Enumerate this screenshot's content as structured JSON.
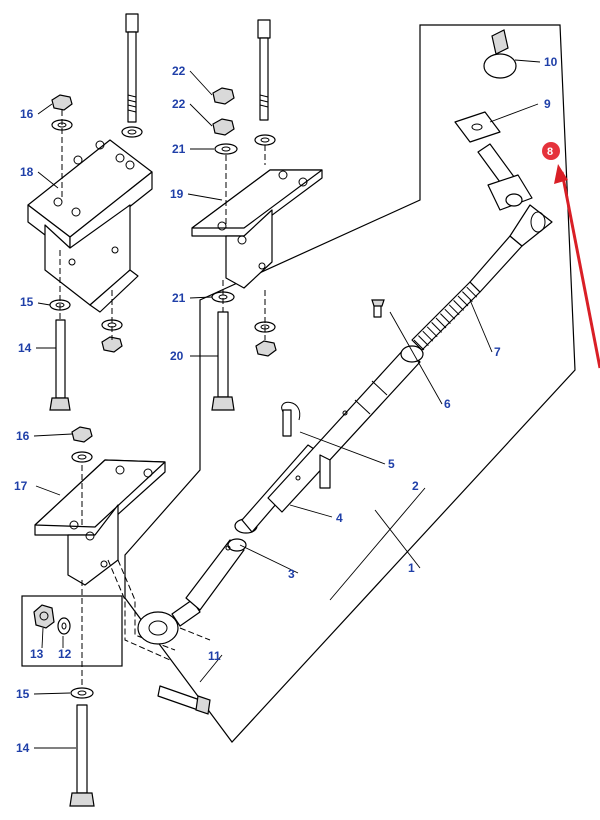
{
  "colors": {
    "label_blue": "#1f3fa8",
    "leader": "#1f3fa8",
    "highlight_red": "#e5323b",
    "arrow_red": "#d91f26",
    "part_grey": "#d9d9d9",
    "line_black": "#000000"
  },
  "callouts": {
    "c1": "1",
    "c2": "2",
    "c3": "3",
    "c4": "4",
    "c5": "5",
    "c6": "6",
    "c7": "7",
    "c8": "8",
    "c9": "9",
    "c10": "10",
    "c11": "11",
    "c12": "12",
    "c13": "13",
    "c14a": "14",
    "c14b": "14",
    "c15a": "15",
    "c15b": "15",
    "c16a": "16",
    "c16b": "16",
    "c17": "17",
    "c18": "18",
    "c19": "19",
    "c20": "20",
    "c21a": "21",
    "c21b": "21",
    "c22a": "22",
    "c22b": "22"
  },
  "highlight": {
    "part": "8",
    "badge_shape": "circle",
    "pointer": "arrow"
  }
}
